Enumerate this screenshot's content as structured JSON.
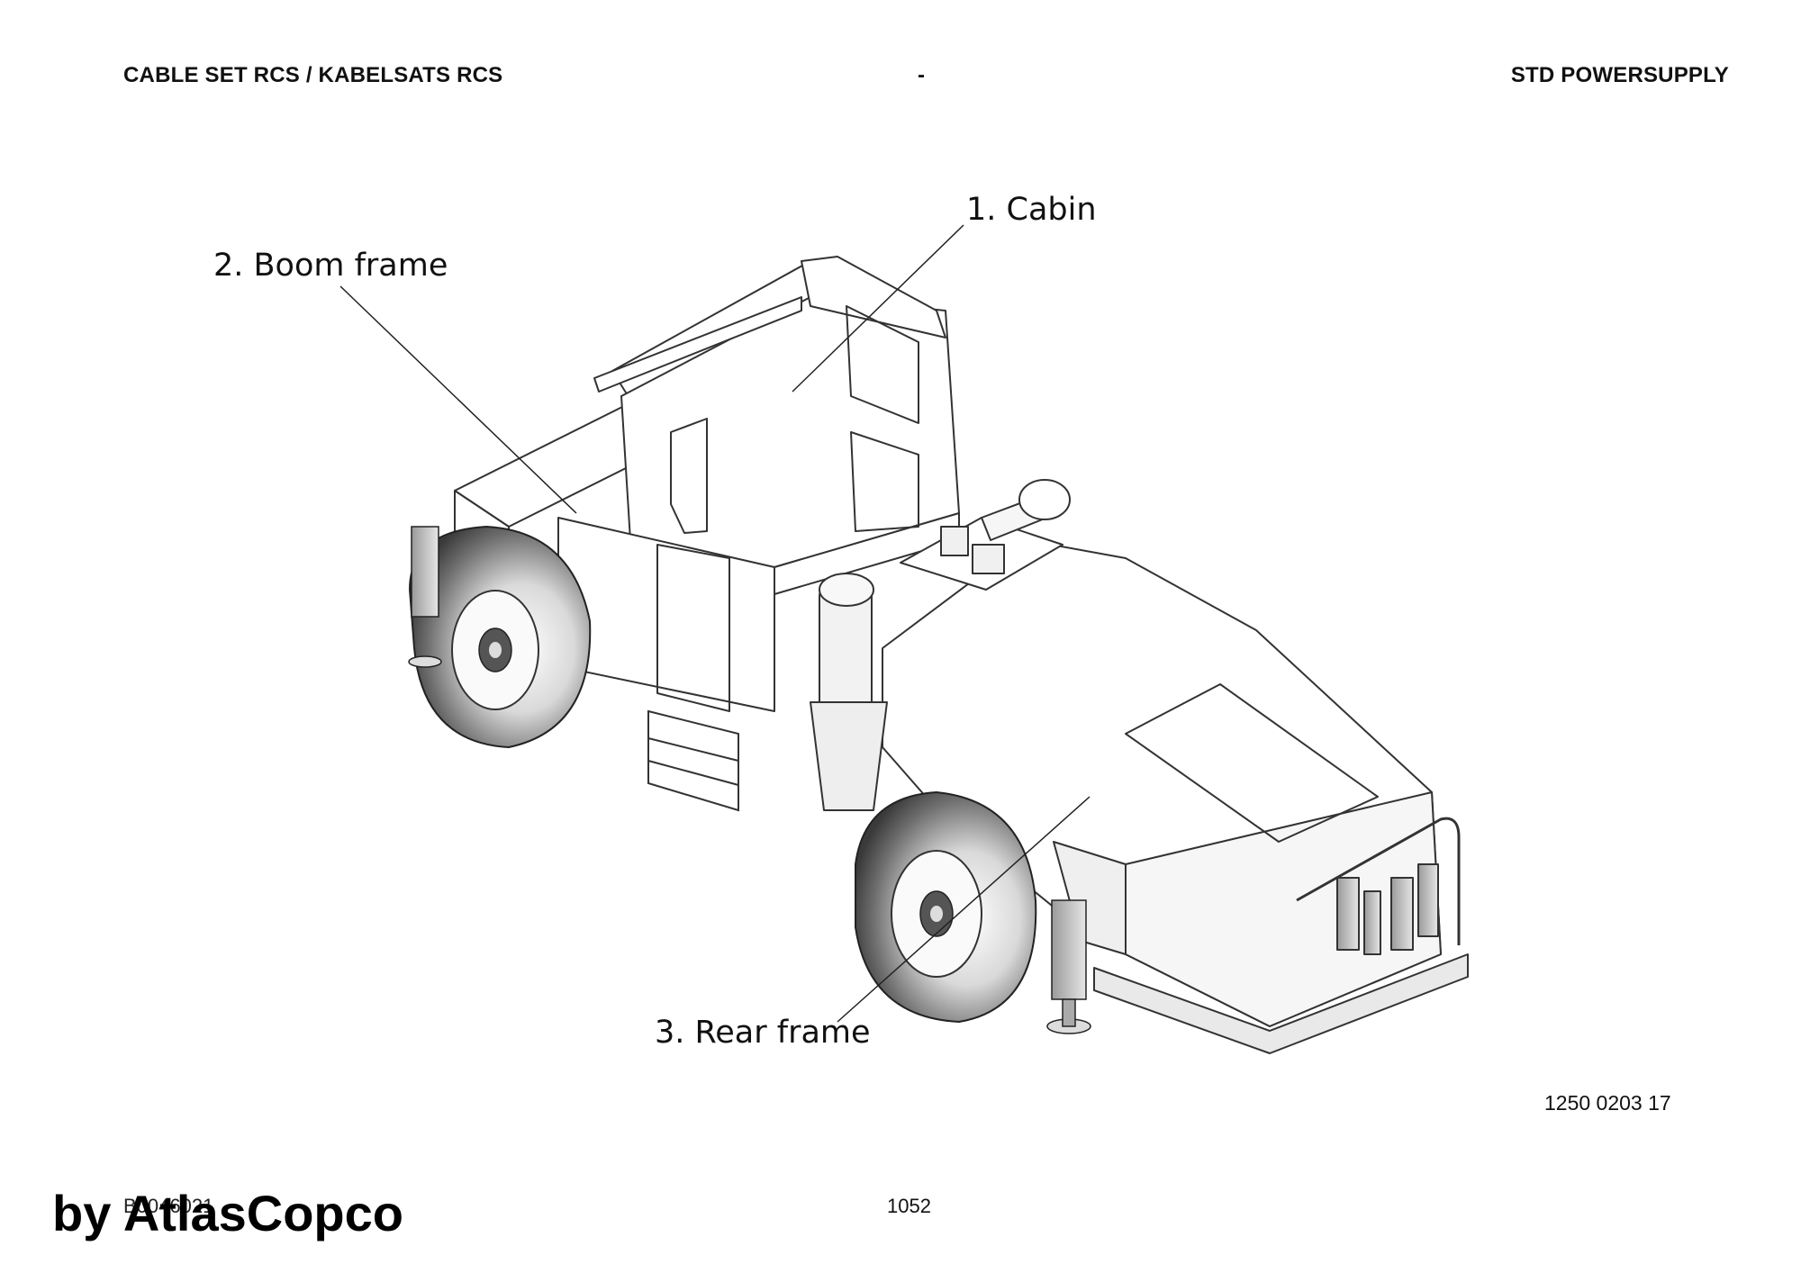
{
  "header": {
    "left_title": "CABLE SET RCS / KABELSATS RCS",
    "center_title": "-",
    "right_title": "STD POWERSUPPLY"
  },
  "callouts": [
    {
      "id": "cabin",
      "label": "1. Cabin"
    },
    {
      "id": "boom-frame",
      "label": "2. Boom frame"
    },
    {
      "id": "rear-frame",
      "label": "3. Rear frame"
    }
  ],
  "drawing_number": "1250 0203 17",
  "footer": {
    "doc_id": "B0046021",
    "page_number": "1052",
    "watermark": "by AtlasCopco"
  }
}
